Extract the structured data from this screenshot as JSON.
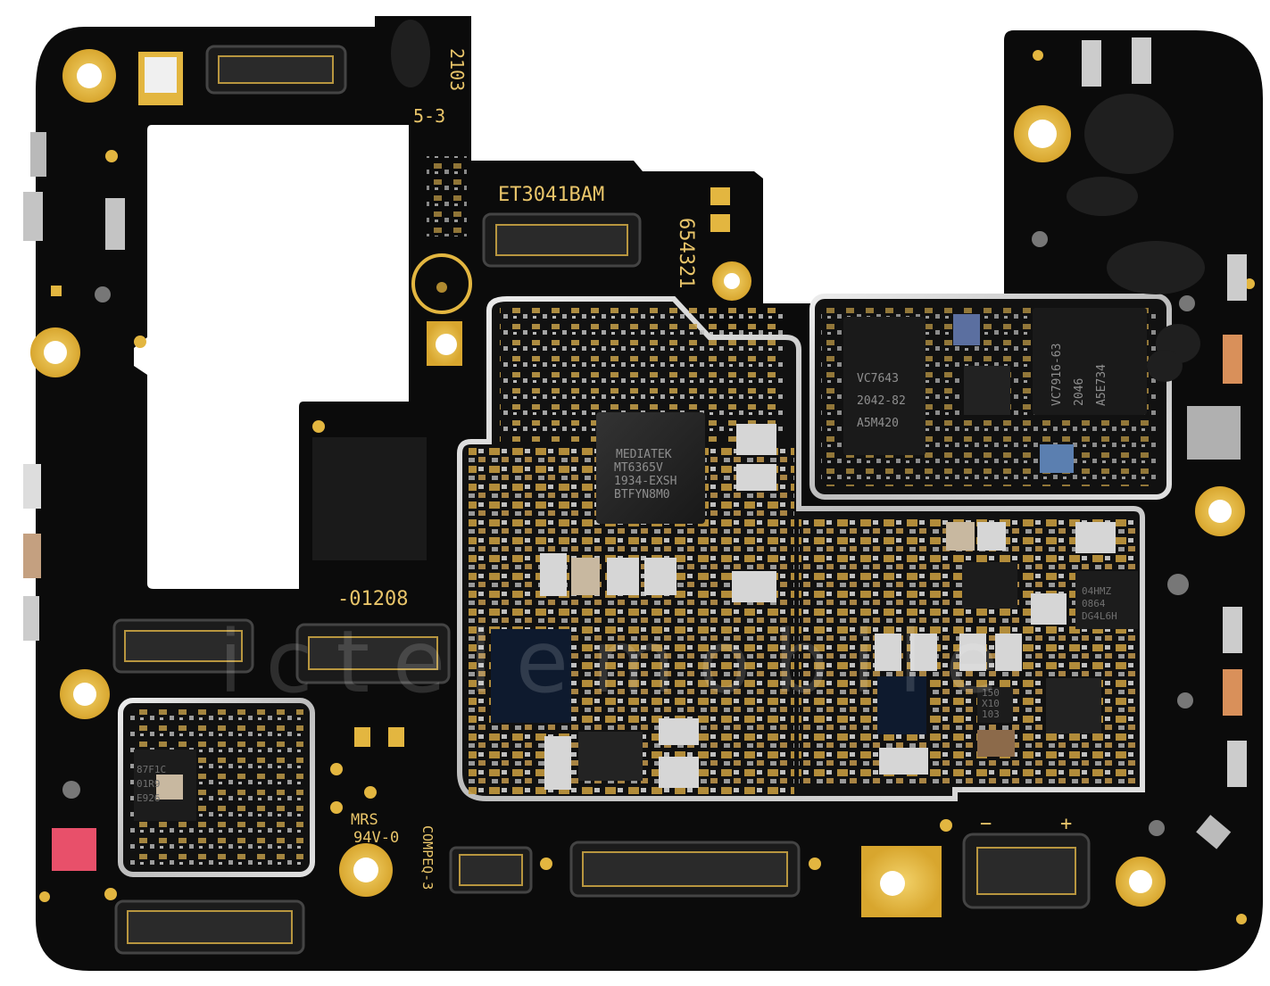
{
  "board": {
    "silkscreen": {
      "top_code_1": "2103",
      "top_code_2": "5-3",
      "model": "ET3041BAM",
      "batch": "654321",
      "part": "-01208",
      "cert_1": "MRS",
      "cert_2": "94V-0",
      "vendor": "COMPEQ-3",
      "minus": "−",
      "plus": "+"
    },
    "chips": {
      "soc": [
        "MEDIATEK",
        "MT6365V",
        "1934-EXSH",
        "BTFYN8M0"
      ],
      "rf_left": [
        "VC7643",
        "2042-82",
        "A5M420"
      ],
      "rf_right": [
        "VC7916-63",
        "2046",
        "A5E734"
      ],
      "small_1": [
        "87F1C",
        "01R9",
        "E926"
      ],
      "small_2": [
        "04HMZ",
        "0864",
        "DG4L6H"
      ],
      "tiny_1": [
        "150",
        "X10",
        "103"
      ]
    },
    "watermark": "ictelemobile",
    "colors": {
      "board": "#0b0b0b",
      "gold": "#e3b640",
      "shield": "#cfcfcf",
      "flag": "#e8506a"
    }
  }
}
